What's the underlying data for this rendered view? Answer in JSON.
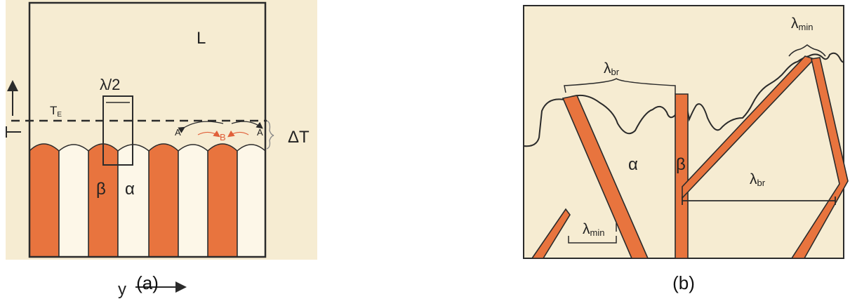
{
  "panel_a": {
    "label_L": "L",
    "label_lambda_half": "λ/2",
    "label_TE": "T",
    "label_TE_sub": "E",
    "label_T": "T",
    "label_A_left": "A",
    "label_B": "B",
    "label_A_right": "A",
    "label_deltaT": "ΔT",
    "label_beta": "β",
    "label_alpha": "α",
    "label_y": "y",
    "caption": "(a)"
  },
  "panel_b": {
    "label_lambda_br_top": "λ",
    "label_lambda_br_top_sub": "br",
    "label_lambda_min_top": "λ",
    "label_lambda_min_top_sub": "min",
    "label_alpha": "α",
    "label_beta": "β",
    "label_lambda_br_right": "λ",
    "label_lambda_br_right_sub": "br",
    "label_lambda_min_bottom": "λ",
    "label_lambda_min_bottom_sub": "min",
    "caption": "(b)"
  },
  "colors": {
    "background": "#f6ecd2",
    "beta_phase": "#e8743e",
    "outline": "#2b2b2b",
    "arrow_red": "#e0603a"
  }
}
